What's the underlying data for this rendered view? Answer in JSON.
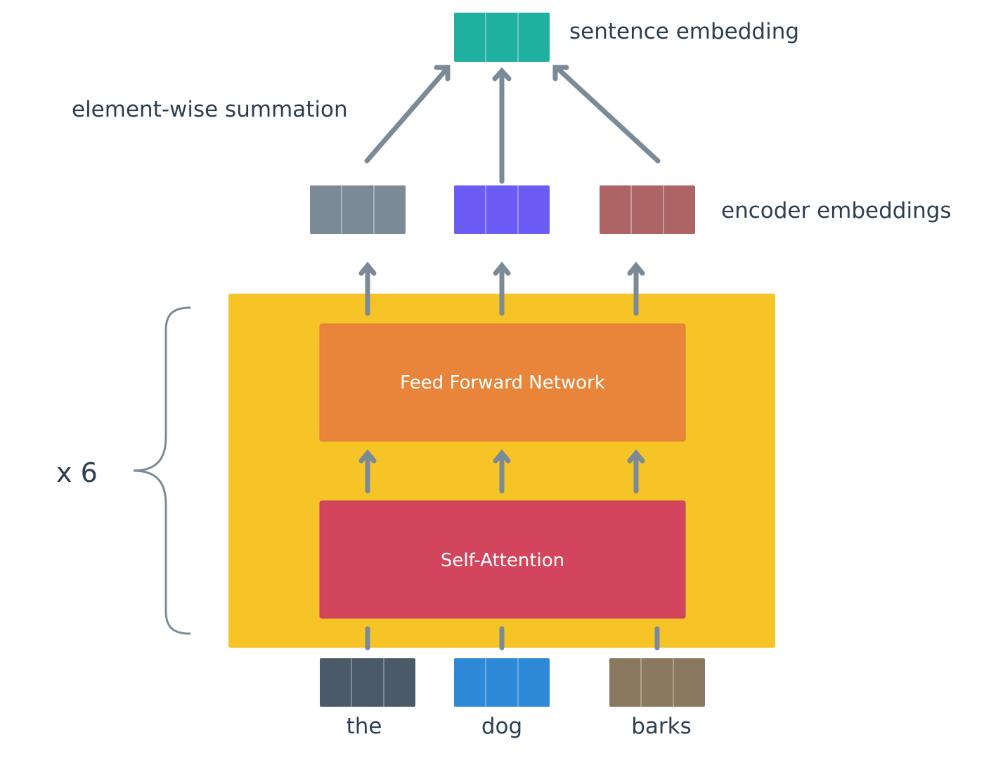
{
  "labels": {
    "sentence_embedding": "sentence embedding",
    "element_wise_summation": "element-wise summation",
    "encoder_embeddings": "encoder embeddings",
    "repeat": "x 6"
  },
  "blocks": {
    "feed_forward": "Feed Forward Network",
    "self_attention": "Self-Attention"
  },
  "tokens": [
    {
      "word": "the",
      "color": "#4b5a68"
    },
    {
      "word": "dog",
      "color": "#2f89d9"
    },
    {
      "word": "barks",
      "color": "#8a7960"
    }
  ],
  "encoder_embedding_colors": [
    "#7b8a97",
    "#6a5cf5",
    "#ad6464"
  ],
  "sentence_embedding_color": "#1fb0a0",
  "colors": {
    "encoder_stack": "#f7c427",
    "feed_forward": "#e8853a",
    "self_attention": "#d3455c",
    "arrow": "#7b8a97",
    "text": "#2c3e50"
  }
}
